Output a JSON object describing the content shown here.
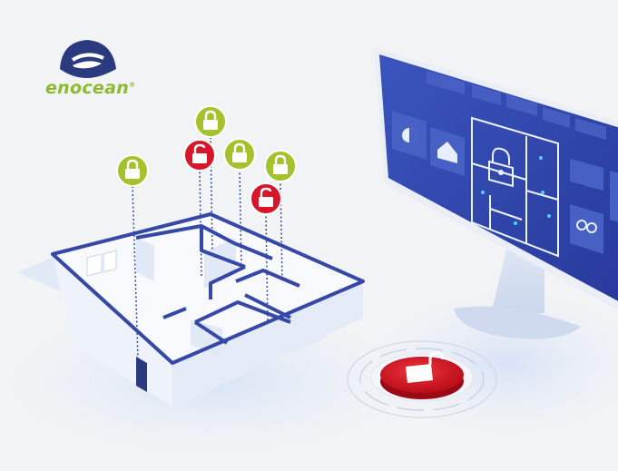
{
  "brand": {
    "name": "enocean",
    "mark": "®",
    "colors": {
      "navy": "#2b3a7e",
      "green": "#8dba2f"
    }
  },
  "lock_pins": [
    {
      "state": "locked",
      "color": "#a3c22b",
      "icon": "lock-closed-icon"
    },
    {
      "state": "unlocked",
      "color": "#d8162b",
      "icon": "lock-open-icon"
    },
    {
      "state": "locked",
      "color": "#a3c22b",
      "icon": "lock-closed-icon"
    },
    {
      "state": "locked",
      "color": "#a3c22b",
      "icon": "lock-closed-icon"
    },
    {
      "state": "locked",
      "color": "#a3c22b",
      "icon": "lock-closed-icon"
    },
    {
      "state": "unlocked",
      "color": "#d8162b",
      "icon": "lock-open-icon"
    }
  ],
  "monitor": {
    "screen_color": "#2f46a8",
    "tabs": [
      "",
      "",
      "",
      "",
      "",
      ""
    ],
    "screen_icons": [
      "contrast-icon",
      "home-icon",
      "infinity-icon"
    ]
  },
  "floor_button": {
    "state": "unlocked",
    "color": "#d4141f",
    "icon": "lock-open-icon"
  }
}
